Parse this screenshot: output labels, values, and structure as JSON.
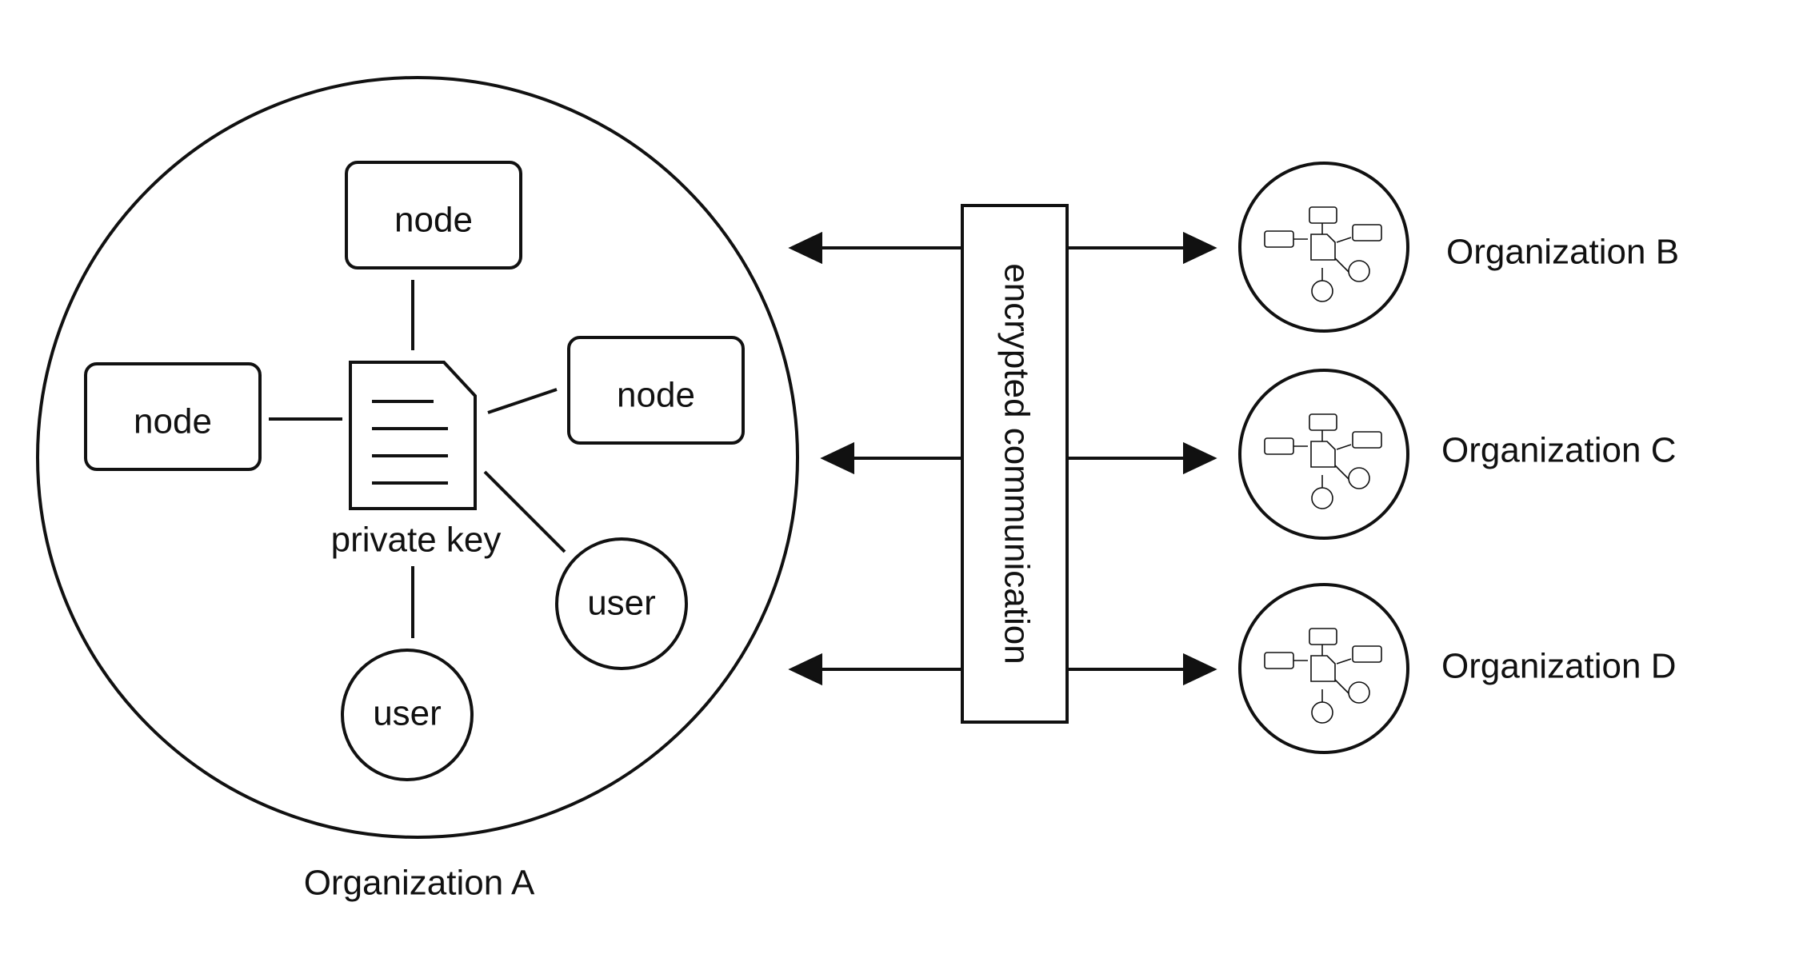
{
  "org_a": {
    "label": "Organization A",
    "nodes": [
      "node",
      "node",
      "node"
    ],
    "users": [
      "user",
      "user"
    ],
    "key_label": "private key"
  },
  "channel": {
    "label": "encrypted communication"
  },
  "orgs": [
    {
      "label": "Organization B"
    },
    {
      "label": "Organization C"
    },
    {
      "label": "Organization D"
    }
  ],
  "colors": {
    "stroke": "#111111",
    "background": "#ffffff"
  },
  "icons": {
    "key": "document-icon",
    "org_mini": "network-icon",
    "arrow": "arrow-head-icon"
  }
}
